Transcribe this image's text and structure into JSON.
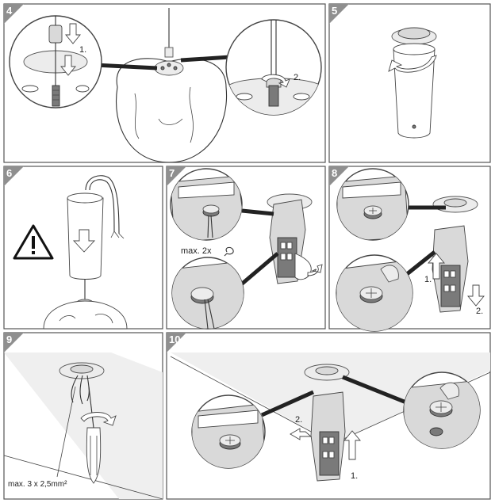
{
  "steps": [
    {
      "number": "4",
      "labels": [
        "1.",
        "2."
      ]
    },
    {
      "number": "5",
      "labels": []
    },
    {
      "number": "6",
      "labels": []
    },
    {
      "number": "7",
      "labels": [
        "max. 2x"
      ]
    },
    {
      "number": "8",
      "labels": [
        "1.",
        "2."
      ]
    },
    {
      "number": "9",
      "labels": [
        "max. 3 x 2,5mm²"
      ]
    },
    {
      "number": "10",
      "labels": [
        "2.",
        "1."
      ]
    }
  ],
  "icons": {
    "warning": "warning-triangle-icon",
    "rotate": "rotate-arrow-icon",
    "down": "down-arrow-icon",
    "up": "up-arrow-icon"
  },
  "colors": {
    "frame": "#555555",
    "tab": "#8f8f8f",
    "fill_light": "#ececec",
    "fill_mid": "#d9d9d9"
  }
}
